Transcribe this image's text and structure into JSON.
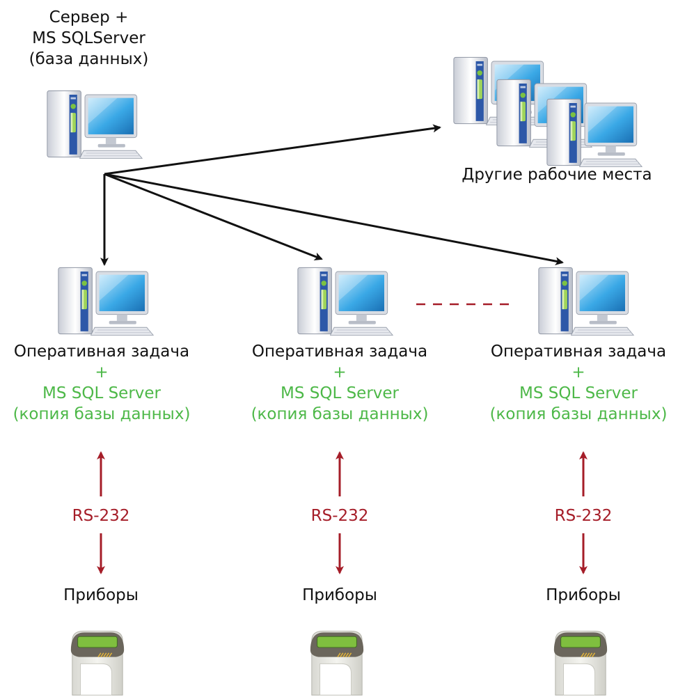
{
  "colors": {
    "black_text": "#111111",
    "green_text": "#4db848",
    "red_text": "#a51d28",
    "arrow_black": "#111111",
    "arrow_red": "#a51d28",
    "screen_blue": "#3aa8e6",
    "meter_display": "#7fbf3f",
    "meter_top": "#6b665c"
  },
  "server": {
    "line1": "Сервер +",
    "line2": "MS SQLServer",
    "line3": "(база данных)",
    "icon": "computer-icon"
  },
  "other_workplaces": {
    "label": "Другие рабочие места",
    "icon": "computer-group-icon"
  },
  "workstations": [
    {
      "title": "Оперативная задача",
      "plus": "+",
      "sql": "MS SQL Server",
      "copy": "(копия базы данных)",
      "link": "RS-232",
      "devices": "Приборы"
    },
    {
      "title": "Оперативная задача",
      "plus": "+",
      "sql": "MS SQL Server",
      "copy": "(копия базы данных)",
      "link": "RS-232",
      "devices": "Приборы"
    },
    {
      "title": "Оперативная задача",
      "plus": "+",
      "sql": "MS SQL Server",
      "copy": "(копия базы данных)",
      "link": "RS-232",
      "devices": "Приборы"
    }
  ]
}
